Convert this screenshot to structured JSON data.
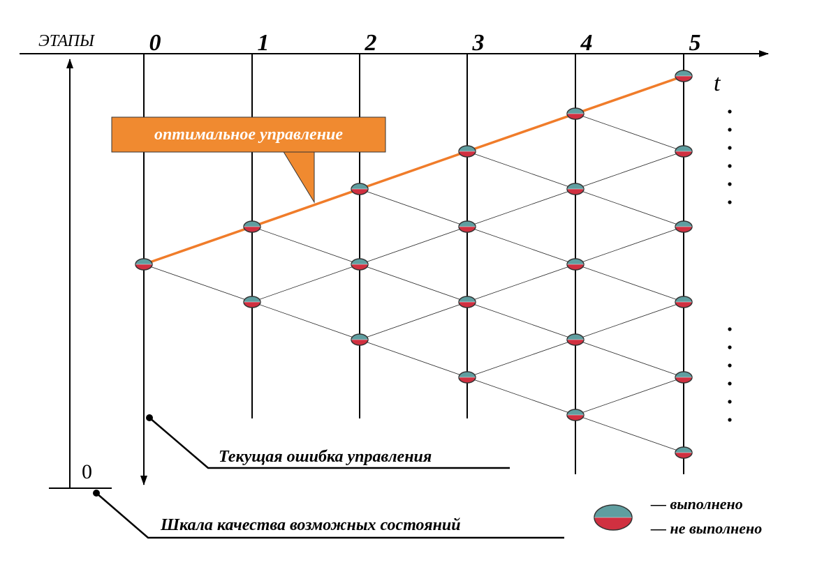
{
  "stages_label": "ЭТАПЫ",
  "time_label": "t",
  "stage_numbers": [
    "0",
    "1",
    "2",
    "3",
    "4",
    "5"
  ],
  "scale_zero_label": "0",
  "callout_label": "оптимальное управление",
  "current_error_label": "Текущая ошибка управления",
  "quality_scale_label": "Шкала качества возможных состояний",
  "legend": {
    "done": "— выполнено",
    "not_done": "— не выполнено"
  },
  "colors": {
    "optimal_path": "#f07c2a",
    "callout_fill": "#f08a30",
    "node_top": "#5f9ea0",
    "node_bottom": "#d03040",
    "lines": "#000000"
  },
  "tree": {
    "nodes": [
      {
        "id": "s0_0",
        "stage": 0,
        "level": 0
      },
      {
        "id": "s1_1",
        "stage": 1,
        "level": 1
      },
      {
        "id": "s1_m1",
        "stage": 1,
        "level": -1
      },
      {
        "id": "s2_2",
        "stage": 2,
        "level": 2
      },
      {
        "id": "s2_0",
        "stage": 2,
        "level": 0
      },
      {
        "id": "s2_m2",
        "stage": 2,
        "level": -2
      },
      {
        "id": "s3_3",
        "stage": 3,
        "level": 3
      },
      {
        "id": "s3_1",
        "stage": 3,
        "level": 1
      },
      {
        "id": "s3_m1",
        "stage": 3,
        "level": -1
      },
      {
        "id": "s3_m3",
        "stage": 3,
        "level": -3
      },
      {
        "id": "s4_4",
        "stage": 4,
        "level": 4
      },
      {
        "id": "s4_2",
        "stage": 4,
        "level": 2
      },
      {
        "id": "s4_0",
        "stage": 4,
        "level": 0
      },
      {
        "id": "s4_m2",
        "stage": 4,
        "level": -2
      },
      {
        "id": "s4_m4",
        "stage": 4,
        "level": -4
      },
      {
        "id": "s5_5",
        "stage": 5,
        "level": 5
      },
      {
        "id": "s5_3",
        "stage": 5,
        "level": 3
      },
      {
        "id": "s5_1",
        "stage": 5,
        "level": 1
      },
      {
        "id": "s5_m1",
        "stage": 5,
        "level": -1
      },
      {
        "id": "s5_m3",
        "stage": 5,
        "level": -3
      },
      {
        "id": "s5_m5",
        "stage": 5,
        "level": -5
      }
    ],
    "optimal_path": [
      "s0_0",
      "s1_1",
      "s2_2",
      "s3_3",
      "s4_4",
      "s5_5"
    ]
  }
}
